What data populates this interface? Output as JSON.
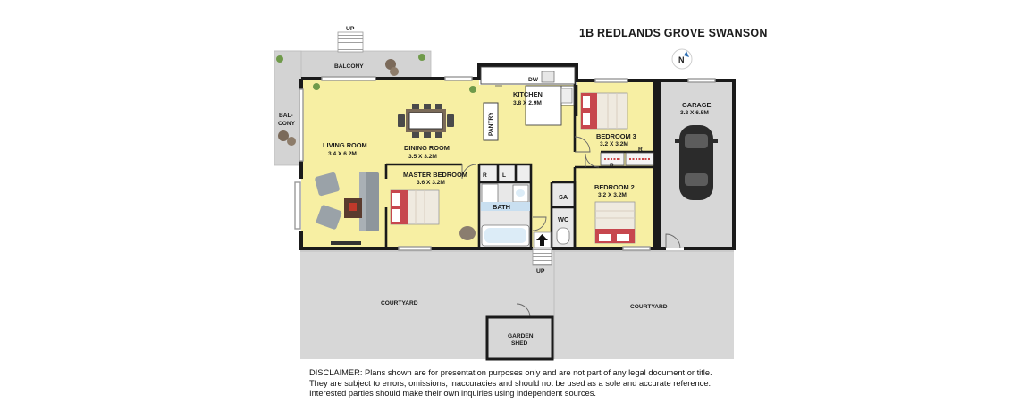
{
  "title": "1B REDLANDS GROVE SWANSON",
  "compass": {
    "label": "N",
    "icon": "north-arrow-icon"
  },
  "rooms": {
    "balcony": {
      "name": "BALCONY"
    },
    "balcony_side": {
      "name_line1": "BAL-",
      "name_line2": "CONY"
    },
    "living": {
      "name": "LIVING ROOM",
      "size": "3.4 X 6.2M"
    },
    "dining": {
      "name": "DINING ROOM",
      "size": "3.5 X 3.2M"
    },
    "kitchen": {
      "name": "KITCHEN",
      "size": "3.8 X 2.9M"
    },
    "bedroom3": {
      "name": "BEDROOM 3",
      "size": "3.2 X 3.2M"
    },
    "bedroom2": {
      "name": "BEDROOM 2",
      "size": "3.2 X 3.2M"
    },
    "master": {
      "name": "MASTER BEDROOM",
      "size": "3.6 X 3.2M"
    },
    "garage": {
      "name": "GARAGE",
      "size": "3.2 X 6.5M"
    },
    "bath": {
      "name": "BATH"
    },
    "pantry": {
      "name": "PANTRY"
    },
    "sa": {
      "name": "SA"
    },
    "wc": {
      "name": "WC"
    },
    "dw": {
      "name": "DW"
    },
    "r1": {
      "name": "R"
    },
    "l1": {
      "name": "L"
    },
    "r2": {
      "name": "R"
    },
    "r3": {
      "name": "R"
    },
    "courtyard_left": {
      "name": "COURTYARD"
    },
    "courtyard_right": {
      "name": "COURTYARD"
    },
    "shed": {
      "name_line1": "GARDEN",
      "name_line2": "SHED"
    }
  },
  "stairs": {
    "top": "UP",
    "bottom": "UP"
  },
  "disclaimer": [
    "DISCLAIMER: Plans shown are for presentation purposes only and are not part of any legal document or title.",
    "They are subject to errors, omissions, inaccuracies and should not be used as a sole and accurate reference.",
    "Interested parties should make their own inquiries using independent sources."
  ],
  "colors": {
    "room_fill": "#f7efa3",
    "courtyard_fill": "#d7d7d7",
    "deck_fill": "#d3d3d3",
    "wall": "#1a1a1a",
    "bed_cover": "#c7474e",
    "bath_fill": "#c9dff0",
    "floor_tile": "#e8e8e8"
  }
}
